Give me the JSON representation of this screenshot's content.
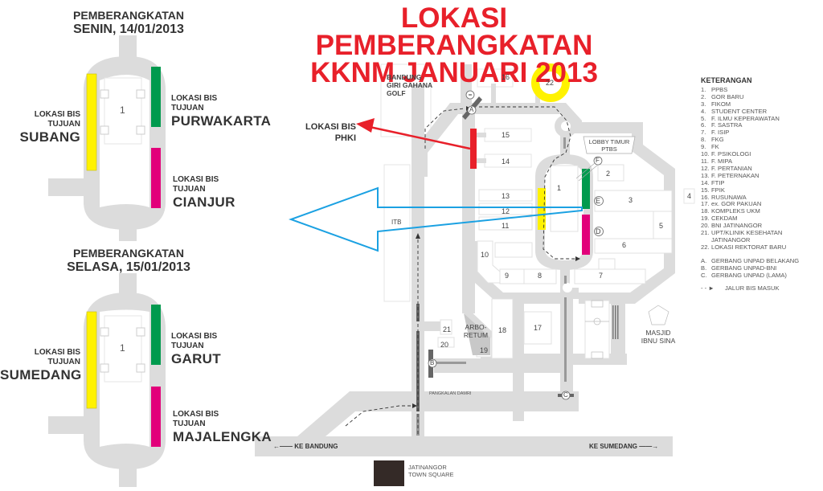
{
  "title": {
    "line1": "LOKASI PEMBERANGKATAN",
    "line2": "KKNM JANUARI 2013"
  },
  "departures": [
    {
      "heading": "PEMBERANGKATAN",
      "date": "SENIN, 14/01/2013",
      "building": "1",
      "buses": [
        {
          "label": "LOKASI BIS",
          "label2": "TUJUAN",
          "destination": "SUBANG",
          "color": "#fff200"
        },
        {
          "label": "LOKASI BIS",
          "label2": "TUJUAN",
          "destination": "PURWAKARTA",
          "color": "#009a4e"
        },
        {
          "label": "LOKASI BIS",
          "label2": "TUJUAN",
          "destination": "CIANJUR",
          "color": "#e2007a"
        }
      ]
    },
    {
      "heading": "PEMBERANGKATAN",
      "date": "SELASA, 15/01/2013",
      "building": "1",
      "buses": [
        {
          "label": "LOKASI BIS",
          "label2": "TUJUAN",
          "destination": "SUMEDANG",
          "color": "#fff200"
        },
        {
          "label": "LOKASI BIS",
          "label2": "TUJUAN",
          "destination": "GARUT",
          "color": "#009a4e"
        },
        {
          "label": "LOKASI BIS",
          "label2": "TUJUAN",
          "destination": "MAJALENGKA",
          "color": "#e2007a"
        }
      ]
    }
  ],
  "map": {
    "phki_label": "LOKASI BIS",
    "phki_label2": "PHKI",
    "golf": [
      "BANDUNG",
      "GIRI GAHANA",
      "GOLF"
    ],
    "itb": "ITB",
    "lobby": [
      "LOBBY TIMUR",
      "PTBS"
    ],
    "arboretum": [
      "ARBO-",
      "RETUM"
    ],
    "masjid": [
      "MASJID",
      "IBNU SINA"
    ],
    "pangkalan": "PANGKALAN DAMRI",
    "ke_bandung": "KE BANDUNG",
    "ke_sumedang": "KE SUMEDANG",
    "jatinangor": [
      "JATINANGOR",
      "TOWN SQUARE"
    ],
    "buildings": [
      "1",
      "2",
      "3",
      "4",
      "5",
      "6",
      "7",
      "8",
      "9",
      "10",
      "11",
      "12",
      "13",
      "14",
      "15",
      "16",
      "17",
      "18",
      "19",
      "20",
      "21",
      "22"
    ],
    "gates": [
      "A",
      "B",
      "C",
      "D",
      "E",
      "F"
    ],
    "colors": {
      "road": "#dcdcdc",
      "red": "#e8202a",
      "blue": "#1ba1e2",
      "yellow": "#fff200",
      "green": "#009a4e",
      "magenta": "#e2007a"
    }
  },
  "legend": {
    "heading": "KETERANGAN",
    "items": [
      {
        "n": "1.",
        "t": "PPBS"
      },
      {
        "n": "2.",
        "t": "GOR BARU"
      },
      {
        "n": "3.",
        "t": "FIKOM"
      },
      {
        "n": "4.",
        "t": "STUDENT CENTER"
      },
      {
        "n": "5.",
        "t": "F. ILMU KEPERAWATAN"
      },
      {
        "n": "6.",
        "t": "F. SASTRA"
      },
      {
        "n": "7.",
        "t": "F. ISIP"
      },
      {
        "n": "8.",
        "t": "FKG"
      },
      {
        "n": "9.",
        "t": "FK"
      },
      {
        "n": "10.",
        "t": "F. PSIKOLOGI"
      },
      {
        "n": "11.",
        "t": "F. MIPA"
      },
      {
        "n": "12.",
        "t": "F. PERTANIAN"
      },
      {
        "n": "13.",
        "t": "F.  PETERNAKAN"
      },
      {
        "n": "14.",
        "t": "FTIP"
      },
      {
        "n": "15.",
        "t": "FPIK"
      },
      {
        "n": "16.",
        "t": "RUSUNAWA"
      },
      {
        "n": "17.",
        "t": "ex. GOR PAKUAN"
      },
      {
        "n": "18.",
        "t": "KOMPLEKS UKM"
      },
      {
        "n": "19.",
        "t": "CEKDAM"
      },
      {
        "n": "20.",
        "t": "BNI JATINANGOR"
      },
      {
        "n": "21.",
        "t": "UPT/KLINIK KESEHATAN"
      },
      {
        "n": "",
        "t": "JATINANGOR"
      },
      {
        "n": "22.",
        "t": "LOKASI REKTORAT BARU"
      }
    ],
    "gates": [
      {
        "n": "A.",
        "t": "GERBANG UNPAD BELAKANG"
      },
      {
        "n": "B.",
        "t": "GERBANG UNPAD-BNI"
      },
      {
        "n": "C.",
        "t": "GERBANG UNPAD (LAMA)"
      }
    ],
    "route": "JALUR BIS MASUK"
  }
}
